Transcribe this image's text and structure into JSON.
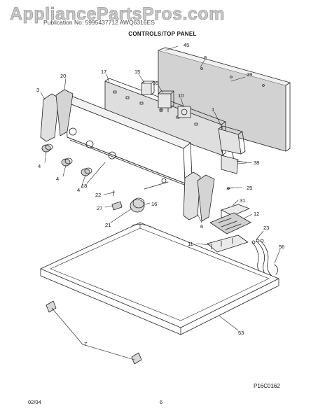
{
  "header": {
    "watermark": "AppliancePartsPros.com",
    "model_line": "Publication No: 5995437712   AWQ6316ES",
    "title": "CONTROLS/TOP PANEL"
  },
  "callouts": [
    {
      "id": "c45",
      "label": "45"
    },
    {
      "id": "c9",
      "label": "9"
    },
    {
      "id": "c39",
      "label": "39"
    },
    {
      "id": "c20",
      "label": "20"
    },
    {
      "id": "c17",
      "label": "17"
    },
    {
      "id": "c15",
      "label": "15"
    },
    {
      "id": "c35",
      "label": "35"
    },
    {
      "id": "c10",
      "label": "10"
    },
    {
      "id": "c1",
      "label": "1"
    },
    {
      "id": "c3",
      "label": "3"
    },
    {
      "id": "c4a",
      "label": "4"
    },
    {
      "id": "c4b",
      "label": "4"
    },
    {
      "id": "c4c",
      "label": "4"
    },
    {
      "id": "c18",
      "label": "18"
    },
    {
      "id": "c38",
      "label": "38"
    },
    {
      "id": "c25",
      "label": "25"
    },
    {
      "id": "c22",
      "label": "22"
    },
    {
      "id": "c27",
      "label": "27"
    },
    {
      "id": "c16",
      "label": "16"
    },
    {
      "id": "c31",
      "label": "31"
    },
    {
      "id": "c12",
      "label": "12"
    },
    {
      "id": "c21",
      "label": "21"
    },
    {
      "id": "c6",
      "label": "6"
    },
    {
      "id": "c23",
      "label": "23"
    },
    {
      "id": "c11",
      "label": "11"
    },
    {
      "id": "c56",
      "label": "56"
    },
    {
      "id": "c53",
      "label": "53"
    },
    {
      "id": "c7",
      "label": "7"
    }
  ],
  "figure_code": "P16C0162",
  "footer": {
    "date": "02/04",
    "page": "6"
  }
}
